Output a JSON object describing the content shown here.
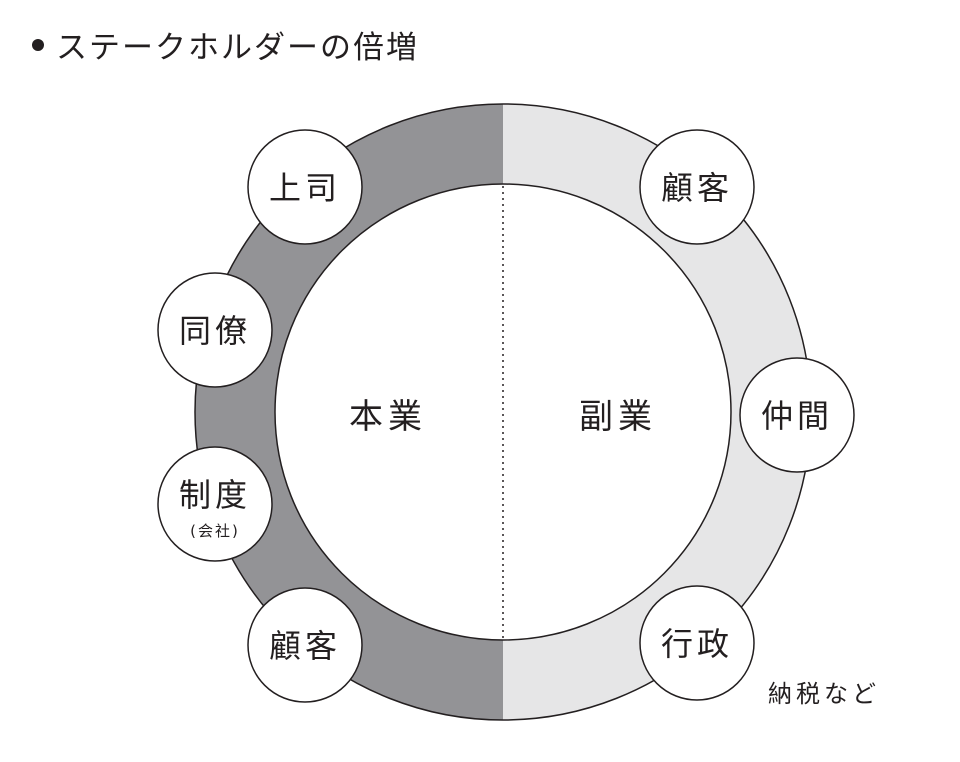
{
  "title": "ステークホルダーの倍増",
  "halves": {
    "left": {
      "label": "本業",
      "color": "#939396"
    },
    "right": {
      "label": "副業",
      "color": "#e6e6e7"
    }
  },
  "nodes": {
    "left": [
      {
        "label": "上司"
      },
      {
        "label": "同僚"
      },
      {
        "label": "制度",
        "sub": "(会社)"
      },
      {
        "label": "顧客"
      }
    ],
    "right": [
      {
        "label": "顧客"
      },
      {
        "label": "仲間"
      },
      {
        "label": "行政",
        "note": "納税など"
      }
    ]
  }
}
